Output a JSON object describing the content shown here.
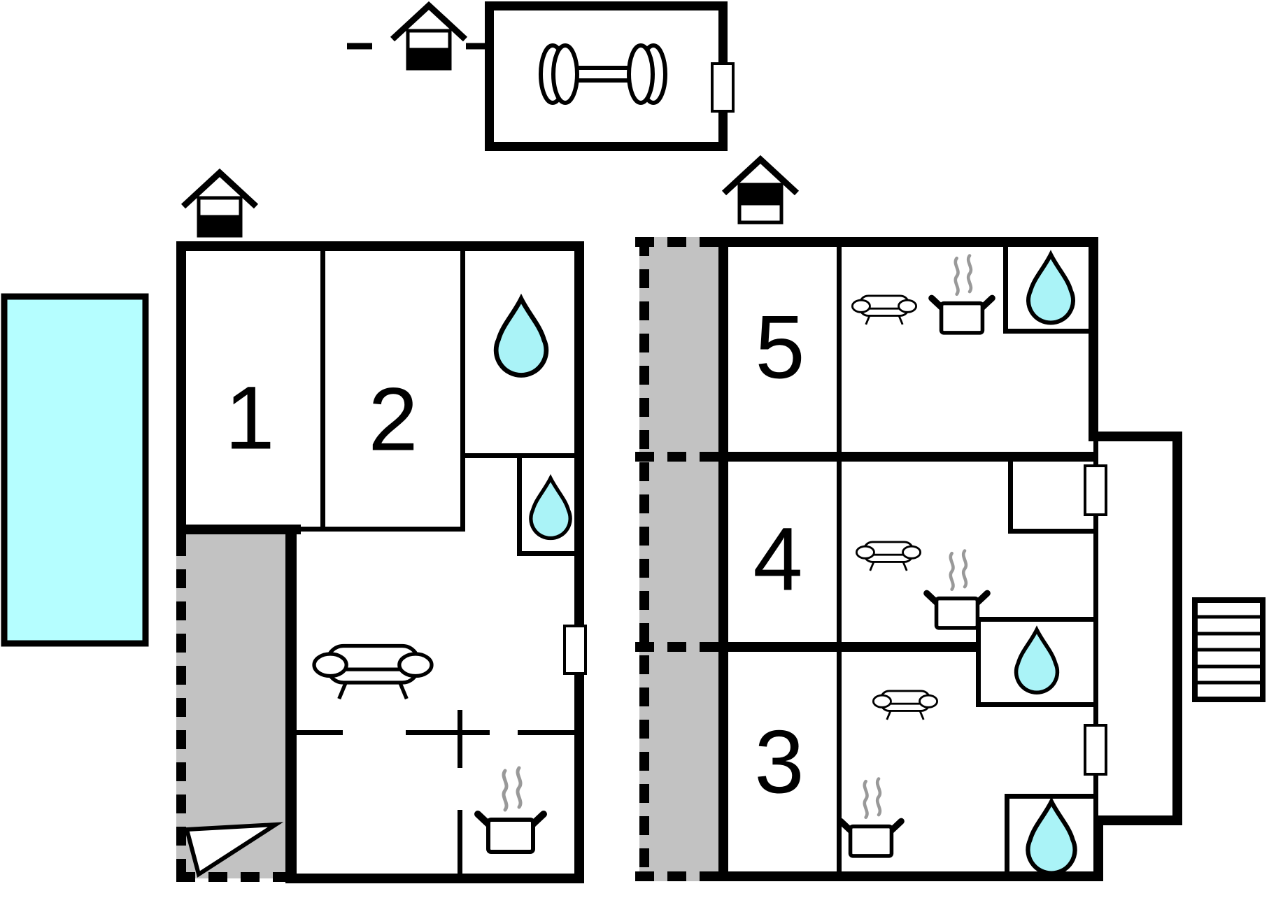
{
  "rooms": {
    "room1": {
      "label": "1"
    },
    "room2": {
      "label": "2"
    },
    "room3": {
      "label": "3"
    },
    "room4": {
      "label": "4"
    },
    "room5": {
      "label": "5"
    }
  },
  "colors": {
    "background": "#ffffff",
    "wall": "#000000",
    "pool_fill": "#b5feff",
    "water_drop_fill": "#aaf3f7",
    "terrace_fill": "#c2c2c2",
    "steam": "#999999"
  },
  "icons": {
    "water_drop": "water-drop-icon",
    "sofa": "sofa-icon",
    "stove": "stove-pot-icon",
    "dumbbell": "dumbbell-icon",
    "entrance": "entrance-house-icon",
    "stairs": "stairs-icon",
    "door": "door-marker",
    "pool": "swimming-pool",
    "terrace": "terrace-area"
  }
}
